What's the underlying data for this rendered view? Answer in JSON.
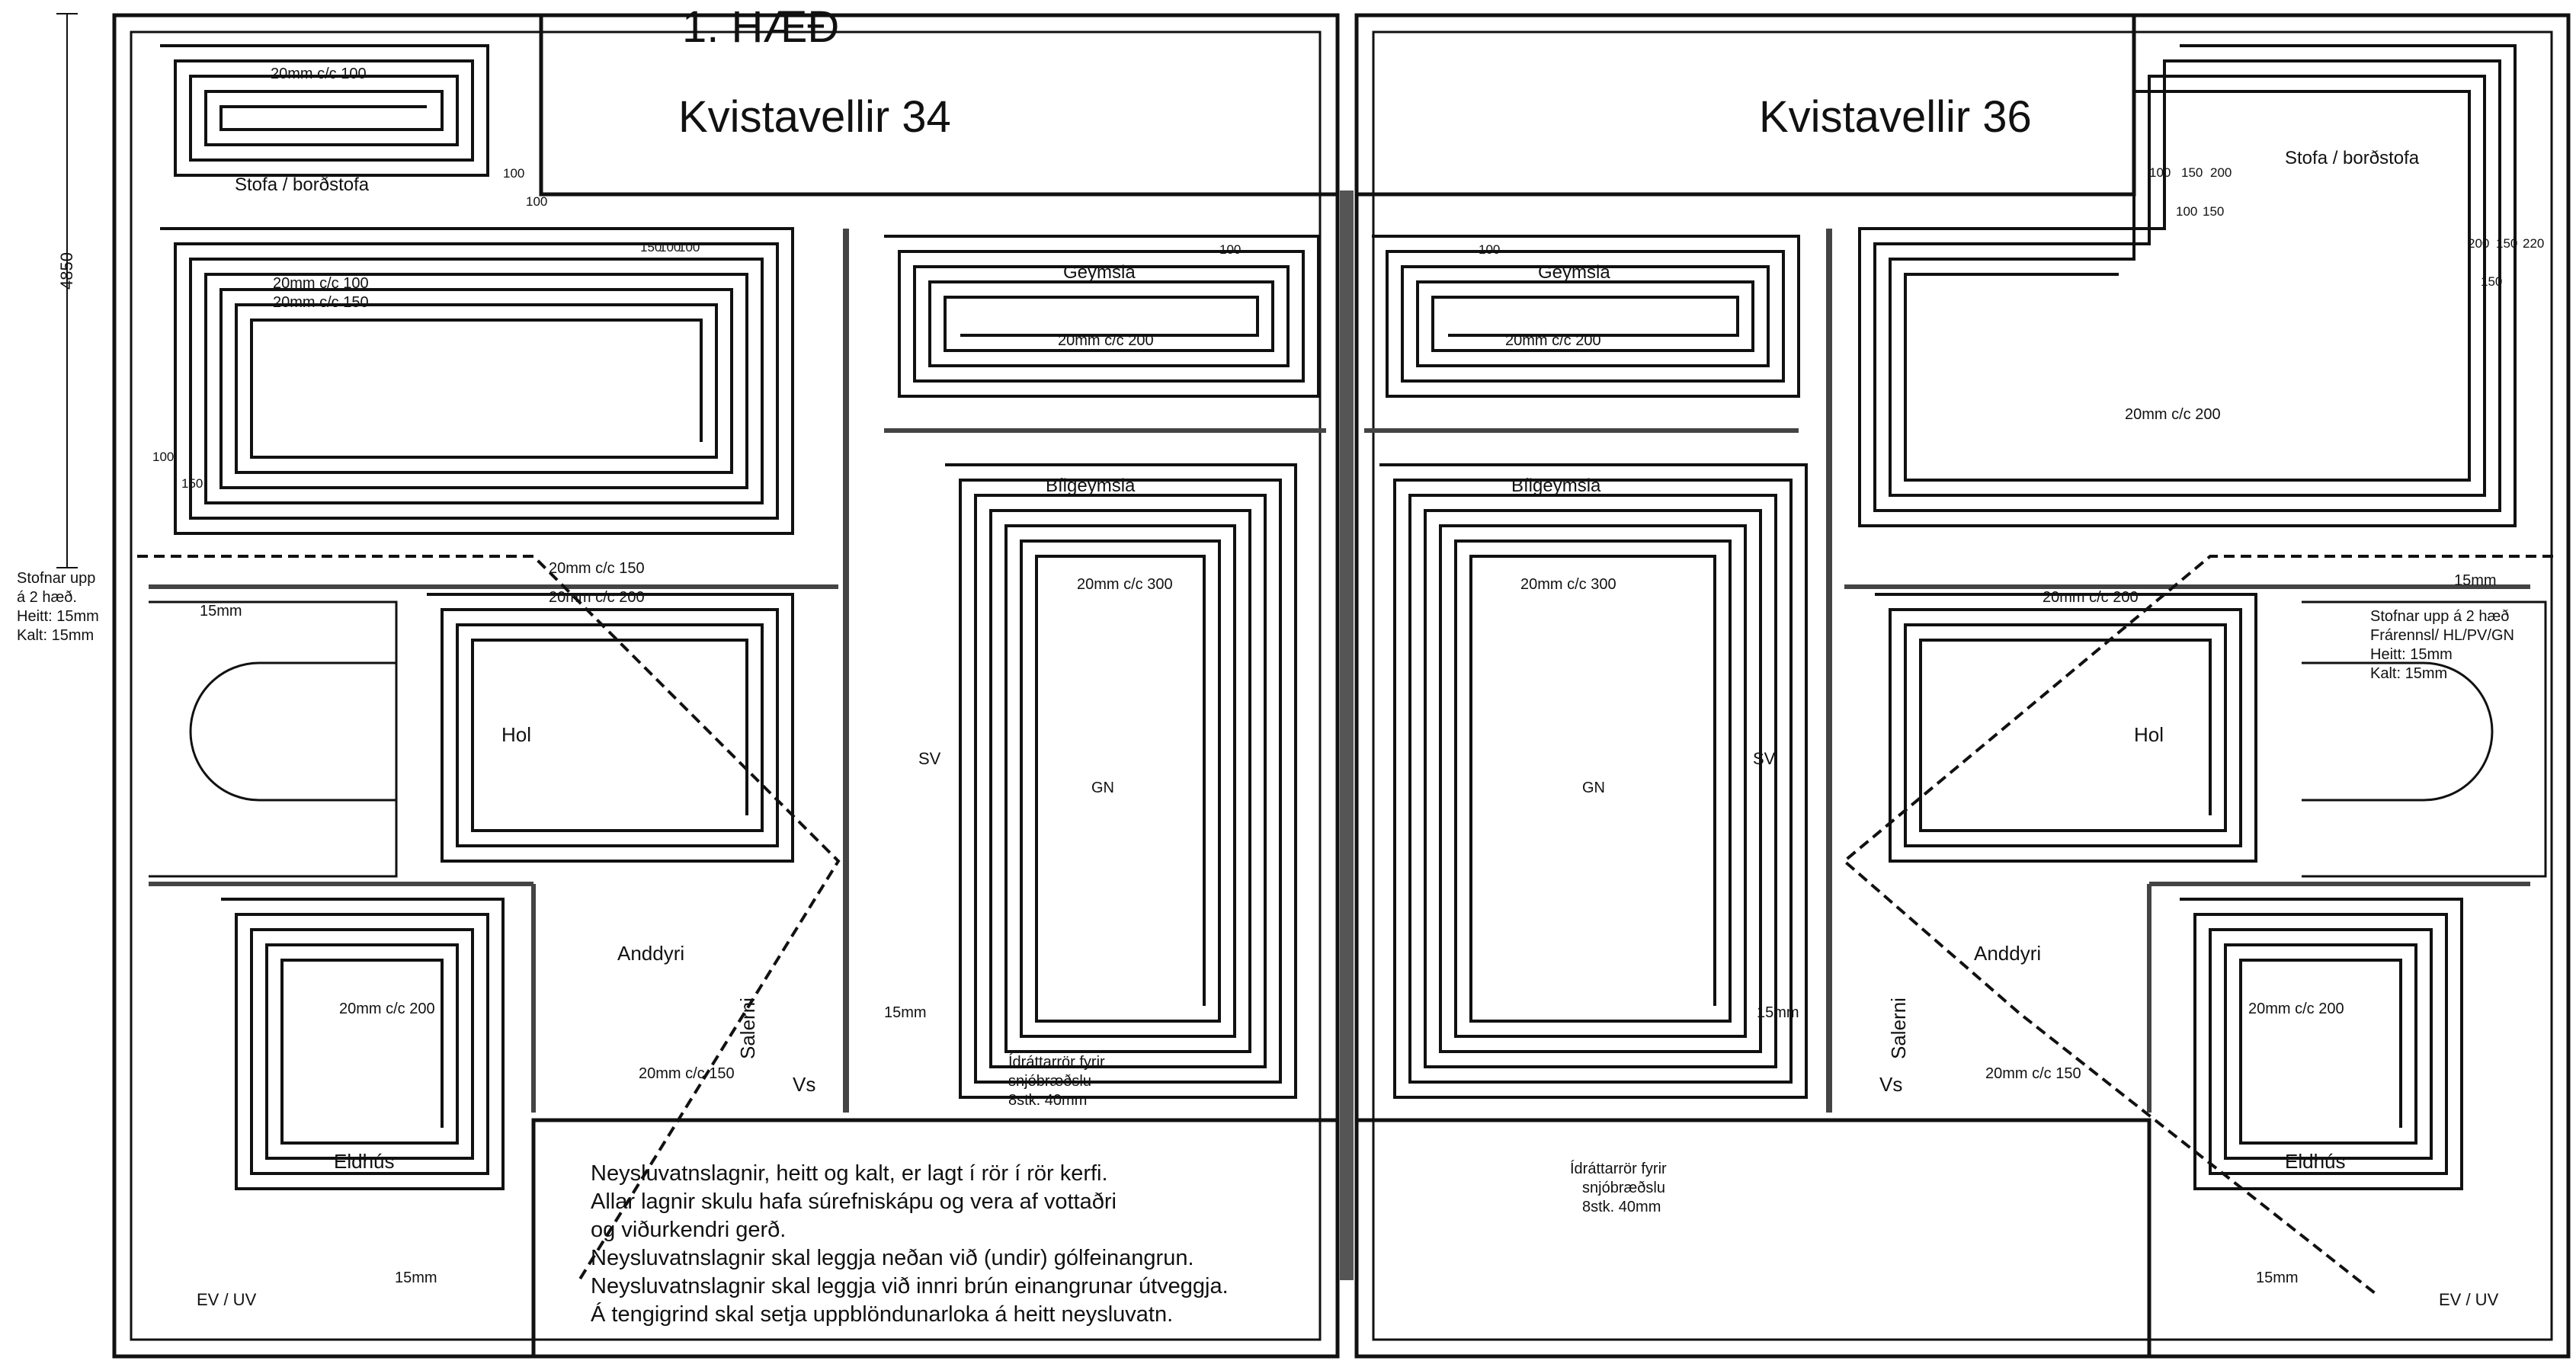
{
  "titles": {
    "floor": "1. HÆÐ",
    "building_left": "Kvistavellir 34",
    "building_right": "Kvistavellir 36"
  },
  "dimension_4850": "4850",
  "rooms_left": {
    "stofa": "Stofa / borðstofa",
    "geymsla": "Geymsla",
    "bilgeymsla": "Bílgeymsla",
    "hol": "Hol",
    "anddyri": "Anddyri",
    "salerni": "Salerni",
    "vs": "Vs",
    "eldhus": "Eldhús",
    "sv": "SV",
    "gn": "GN",
    "ev_uv": "EV / UV"
  },
  "rooms_right": {
    "stofa": "Stofa / borðstofa",
    "geymsla": "Geymsla",
    "bilgeymsla": "Bílgeymsla",
    "hol": "Hol",
    "anddyri": "Anddyri",
    "salerni": "Salerni",
    "vs": "Vs",
    "eldhus": "Eldhús",
    "sv": "SV",
    "gn": "GN",
    "ev_uv": "EV / UV"
  },
  "pipe_labels": {
    "c100": "20mm c/c 100",
    "c150": "20mm c/c 150",
    "c200": "20mm c/c 200",
    "c300": "20mm c/c 300",
    "c15mm": "15mm"
  },
  "stofnar_left": {
    "line1": "Stofnar upp",
    "line2": "á 2 hæð.",
    "line3": "Heitt: 15mm",
    "line4": "Kalt: 15mm"
  },
  "stofnar_right": {
    "line1": "Stofnar upp á 2 hæð",
    "line2": "Frárennsl/ HL/PV/GN",
    "line3": "Heitt: 15mm",
    "line4": "Kalt: 15mm"
  },
  "idrattar_left": {
    "line1": "Ídráttarrör fyrir",
    "line2": "snjóbræðslu",
    "line3": "8stk. 40mm"
  },
  "idrattar_right": {
    "line1": "Ídráttarrör fyrir",
    "line2": "snjóbræðslu",
    "line3": "8stk. 40mm"
  },
  "notes": [
    "Neysluvatnslagnir, heitt og kalt, er lagt í rör í rör kerfi.",
    "Allar lagnir skulu hafa súrefniskápu og vera af vottaðri",
    "og viðurkendri gerð.",
    "Neysluvatnslagnir skal leggja neðan við (undir) gólfeinangrun.",
    "Neysluvatnslagnir skal leggja við innri brún einangrunar útveggja.",
    "Á tengigrind skal setja uppblöndunarloka á heitt neysluvatn."
  ],
  "dims_left": [
    "100",
    "150",
    "100",
    "100",
    "100",
    "150",
    "100",
    "100"
  ],
  "dims_right": [
    "100",
    "150",
    "200",
    "100",
    "150",
    "200",
    "150",
    "220",
    "150",
    "100"
  ]
}
